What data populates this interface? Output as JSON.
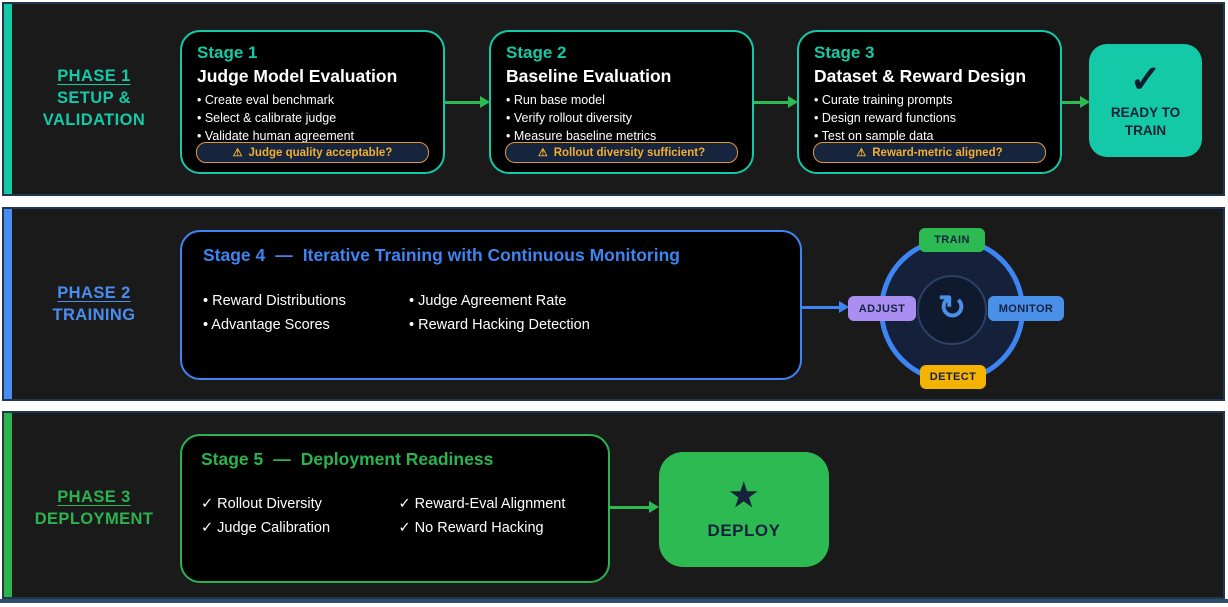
{
  "colors": {
    "page_bg": "#ffffff",
    "band_bg": "#1a1a1a",
    "band_border": "#22364e",
    "teal_accent": "#14c9a8",
    "blue_accent": "#3d85f2",
    "green_accent": "#2ab34f",
    "arrow_green": "#2eba52",
    "warning_amber": "#f2ae30",
    "badge_train_bg": "#2eba52",
    "badge_monitor_bg": "#4a90e8",
    "badge_detect_bg": "#f5b301",
    "badge_adjust_bg": "#aa8ef2"
  },
  "phase1": {
    "label_line1": "PHASE 1",
    "label_line2": "SETUP &",
    "label_line3": "VALIDATION",
    "stage1": {
      "kicker": "Stage 1",
      "title": "Judge Model Evaluation",
      "bullets": [
        "• Create eval benchmark",
        "• Select & calibrate judge",
        "• Validate human agreement"
      ],
      "gate_icon": "⚠",
      "gate": "Judge quality acceptable?"
    },
    "stage2": {
      "kicker": "Stage 2",
      "title": "Baseline Evaluation",
      "bullets": [
        "• Run base model",
        "• Verify rollout diversity",
        "• Measure baseline metrics"
      ],
      "gate_icon": "⚠",
      "gate": "Rollout diversity sufficient?"
    },
    "stage3": {
      "kicker": "Stage 3",
      "title": "Dataset & Reward Design",
      "bullets": [
        "• Curate training prompts",
        "• Design reward functions",
        "• Test on sample data"
      ],
      "gate_icon": "⚠",
      "gate": "Reward-metric aligned?"
    },
    "ready": {
      "icon": "✓",
      "line1": "READY TO",
      "line2": "TRAIN"
    }
  },
  "phase2": {
    "label_line1": "PHASE 2",
    "label_line2": "TRAINING",
    "stage4": {
      "kicker": "Stage 4",
      "separator": "—",
      "title": "Iterative Training with Continuous Monitoring",
      "metrics_col1": [
        "• Reward Distributions",
        "• Advantage Scores"
      ],
      "metrics_col2": [
        "• Judge Agreement Rate",
        "• Reward Hacking Detection"
      ]
    },
    "loop": {
      "cycle_icon": "↻",
      "train": "TRAIN",
      "monitor": "MONITOR",
      "detect": "DETECT",
      "adjust": "ADJUST"
    }
  },
  "phase3": {
    "label_line1": "PHASE 3",
    "label_line2": "DEPLOYMENT",
    "stage5": {
      "kicker": "Stage 5",
      "separator": "—",
      "title": "Deployment Readiness",
      "checks_col1": [
        "✓ Rollout Diversity",
        "✓ Judge Calibration"
      ],
      "checks_col2": [
        "✓ Reward-Eval Alignment",
        "✓ No Reward Hacking"
      ]
    },
    "deploy": {
      "icon": "★",
      "label": "DEPLOY"
    }
  }
}
